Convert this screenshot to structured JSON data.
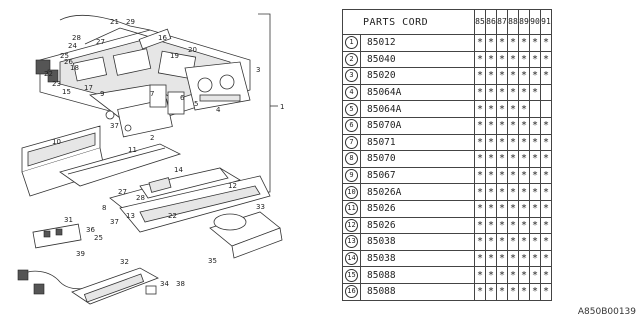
{
  "diagram": {
    "callouts": [
      "21",
      "29",
      "16",
      "28",
      "24",
      "27",
      "19",
      "20",
      "3",
      "25",
      "26",
      "18",
      "22",
      "23",
      "15",
      "17",
      "9",
      "7",
      "6",
      "5",
      "4",
      "37",
      "2",
      "1",
      "10",
      "11",
      "14",
      "12",
      "27",
      "28",
      "8",
      "13",
      "37",
      "22",
      "31",
      "36",
      "25",
      "39",
      "33",
      "35",
      "32",
      "34",
      "38"
    ]
  },
  "table": {
    "header": {
      "code": "PARTS CORD",
      "years": [
        "85",
        "86",
        "87",
        "88",
        "89",
        "90",
        "91"
      ]
    },
    "rows": [
      {
        "num": "1",
        "code": "85012",
        "marks": [
          "*",
          "*",
          "*",
          "*",
          "*",
          "*",
          "*"
        ]
      },
      {
        "num": "2",
        "code": "85040",
        "marks": [
          "*",
          "*",
          "*",
          "*",
          "*",
          "*",
          "*"
        ]
      },
      {
        "num": "3",
        "code": "85020",
        "marks": [
          "*",
          "*",
          "*",
          "*",
          "*",
          "*",
          "*"
        ]
      },
      {
        "num": "4",
        "code": "85064A",
        "marks": [
          "*",
          "*",
          "*",
          "*",
          "*",
          "*",
          ""
        ]
      },
      {
        "num": "5",
        "code": "85064A",
        "marks": [
          "*",
          "*",
          "*",
          "*",
          "*",
          "",
          ""
        ]
      },
      {
        "num": "6",
        "code": "85070A",
        "marks": [
          "*",
          "*",
          "*",
          "*",
          "*",
          "*",
          "*"
        ]
      },
      {
        "num": "7",
        "code": "85071",
        "marks": [
          "*",
          "*",
          "*",
          "*",
          "*",
          "*",
          "*"
        ]
      },
      {
        "num": "8",
        "code": "85070",
        "marks": [
          "*",
          "*",
          "*",
          "*",
          "*",
          "*",
          "*"
        ]
      },
      {
        "num": "9",
        "code": "85067",
        "marks": [
          "*",
          "*",
          "*",
          "*",
          "*",
          "*",
          "*"
        ]
      },
      {
        "num": "10",
        "code": "85026A",
        "marks": [
          "*",
          "*",
          "*",
          "*",
          "*",
          "*",
          "*"
        ]
      },
      {
        "num": "11",
        "code": "85026",
        "marks": [
          "*",
          "*",
          "*",
          "*",
          "*",
          "*",
          "*"
        ]
      },
      {
        "num": "12",
        "code": "85026",
        "marks": [
          "*",
          "*",
          "*",
          "*",
          "*",
          "*",
          "*"
        ]
      },
      {
        "num": "13",
        "code": "85038",
        "marks": [
          "*",
          "*",
          "*",
          "*",
          "*",
          "*",
          "*"
        ]
      },
      {
        "num": "14",
        "code": "85038",
        "marks": [
          "*",
          "*",
          "*",
          "*",
          "*",
          "*",
          "*"
        ]
      },
      {
        "num": "15",
        "code": "85088",
        "marks": [
          "*",
          "*",
          "*",
          "*",
          "*",
          "*",
          "*"
        ]
      },
      {
        "num": "16",
        "code": "85088",
        "marks": [
          "*",
          "*",
          "*",
          "*",
          "*",
          "*",
          "*"
        ]
      }
    ]
  },
  "diagram_code": "A850B00139"
}
